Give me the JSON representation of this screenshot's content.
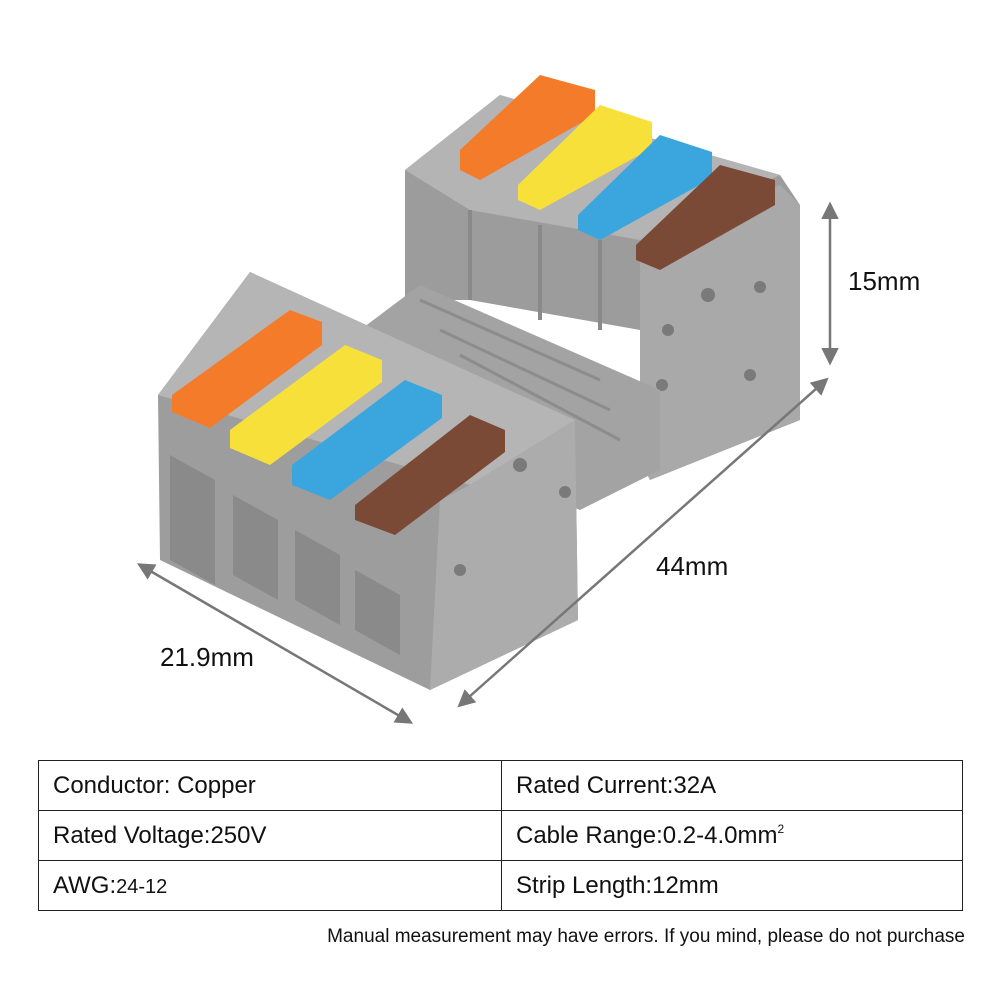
{
  "dimensions": {
    "height": "15mm",
    "length": "44mm",
    "width": "21.9mm"
  },
  "lever_colors": [
    "#f47b2a",
    "#f8e03a",
    "#3ba6de",
    "#7b4a36"
  ],
  "body_color": "#9a9a9a",
  "specs": {
    "conductor": "Conductor: Copper",
    "rated_current": "Rated Current:32A",
    "rated_voltage": "Rated Voltage:250V",
    "cable_range": "Cable Range:0.2-4.0mm",
    "cable_range_sup": "2",
    "awg_label": "AWG:",
    "awg_value": "24-12",
    "strip_length": "Strip Length:12mm"
  },
  "footnote": "Manual measurement may have errors. If you mind, please do not purchase"
}
